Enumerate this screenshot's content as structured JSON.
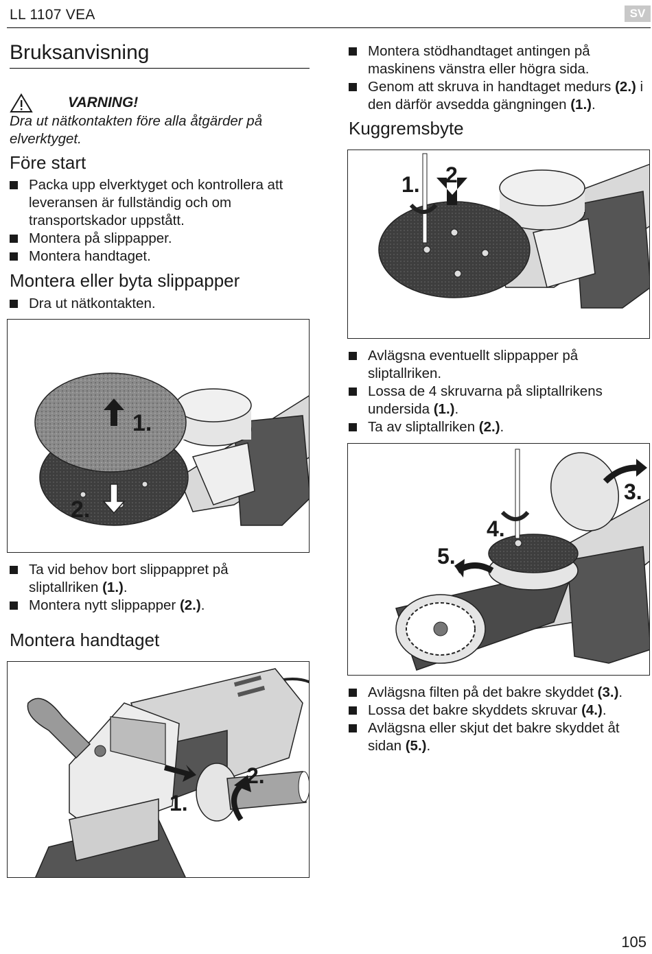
{
  "header": {
    "model": "LL 1107 VEA",
    "lang": "SV"
  },
  "left": {
    "title": "Bruksanvisning",
    "warning": {
      "title": "VARNING!",
      "text": "Dra ut nätkontakten före alla åtgärder på elverktyget."
    },
    "fore_start": {
      "heading": "Före start",
      "items": [
        "Packa upp elverktyget och kontrollera att leveransen är fullständig och om transportskador uppstått.",
        "Montera på slippapper.",
        "Montera handtaget."
      ]
    },
    "montera_slippapper": {
      "heading": "Montera eller byta slippapper",
      "items": [
        "Dra ut nätkontakten."
      ],
      "figure_labels": [
        "1.",
        "2."
      ],
      "after_items": [
        {
          "text": "Ta vid behov bort slippappret på sliptallriken ",
          "ref": "(1.)",
          "end": "."
        },
        {
          "text": "Montera nytt slippapper ",
          "ref": "(2.)",
          "end": "."
        }
      ]
    },
    "montera_handtaget": {
      "heading": "Montera handtaget",
      "figure_labels": [
        "1.",
        "2."
      ]
    }
  },
  "right": {
    "top_items": [
      {
        "text": "Montera stödhandtaget antingen på maskinens vänstra eller högra sida.",
        "ref": "",
        "end": ""
      },
      {
        "text": "Genom att skruva in handtaget medurs ",
        "ref": "(2.)",
        "mid": " i den därför avsedda gängningen ",
        "ref2": "(1.)",
        "end": "."
      }
    ],
    "kuggremsbyte": {
      "heading": "Kuggremsbyte",
      "figure_labels": [
        "1.",
        "2."
      ],
      "items": [
        {
          "text": "Avlägsna eventuellt slippapper på sliptallriken.",
          "ref": "",
          "end": ""
        },
        {
          "text": "Lossa de 4 skruvarna på sliptallrikens undersida ",
          "ref": "(1.)",
          "end": "."
        },
        {
          "text": "Ta av sliptallriken ",
          "ref": "(2.)",
          "end": "."
        }
      ],
      "figure2_labels": [
        "3.",
        "4.",
        "5."
      ],
      "items2": [
        {
          "text": "Avlägsna filten på det bakre skyddet ",
          "ref": "(3.)",
          "end": "."
        },
        {
          "text": "Lossa det bakre skyddets skruvar ",
          "ref": "(4.)",
          "end": "."
        },
        {
          "text": "Avlägsna eller skjut det bakre skyddet åt sidan ",
          "ref": "(5.)",
          "end": "."
        }
      ]
    }
  },
  "page_number": "105",
  "icons": {
    "warning": "warning-triangle-icon",
    "bullet": "square-bullet-icon"
  }
}
